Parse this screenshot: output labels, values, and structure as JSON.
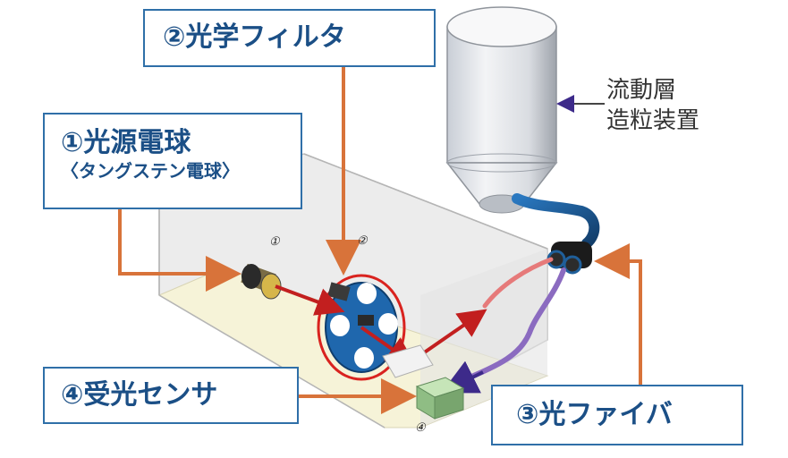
{
  "labels": {
    "filter": "②光学フィルタ",
    "lamp_title": "①光源電球",
    "lamp_sub": "〈タングステン電球〉",
    "sensor": "④受光センサ",
    "fiber": "③光ファイバ",
    "equipment_line1": "流動層",
    "equipment_line2": "造粒装置"
  },
  "inner_marks": {
    "m1": "①",
    "m2": "②",
    "m4": "④"
  },
  "colors": {
    "arrow": "#d8733a",
    "box_border": "#2f6fa8",
    "label_text": "#1b4f86",
    "light_beam": "#c21f1f",
    "fiber_pipe": "#1f5f9a"
  }
}
